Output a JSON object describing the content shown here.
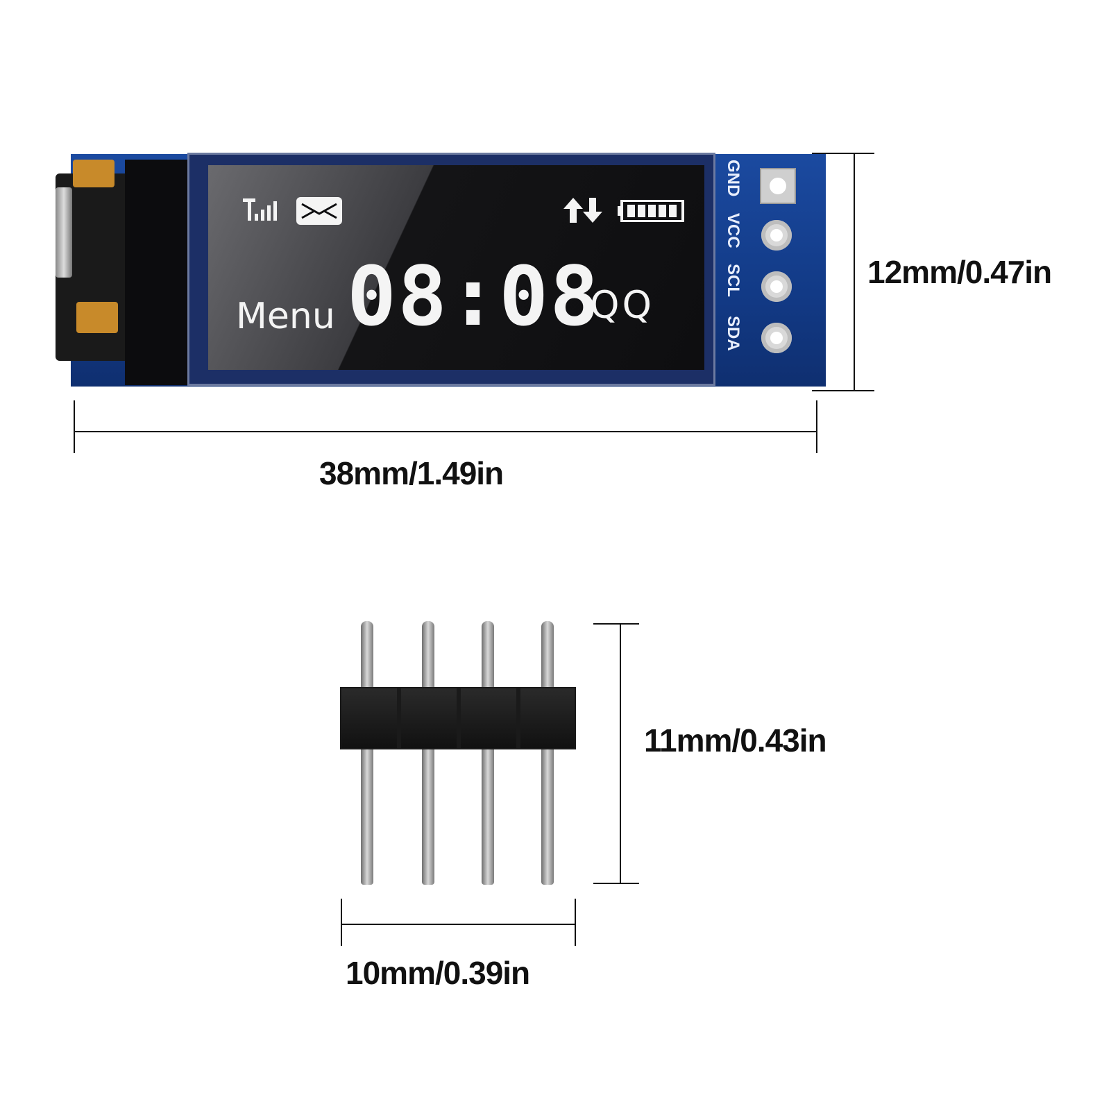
{
  "dimensions": {
    "height": "12mm/0.47in",
    "width": "38mm/1.49in",
    "header_height": "11mm/0.43in",
    "header_width": "10mm/0.39in"
  },
  "module": {
    "pins": [
      "GND",
      "VCC",
      "SCL",
      "SDA"
    ],
    "screen": {
      "menu_label": "Menu",
      "time": "08:08",
      "extra_label": "QQ",
      "icons": [
        "signal-icon",
        "mail-icon",
        "transfer-arrows-icon",
        "battery-icon"
      ]
    },
    "colors": {
      "pcb": "#123a86",
      "screen": "#0e0e10",
      "text": "#f4f4f4"
    }
  }
}
